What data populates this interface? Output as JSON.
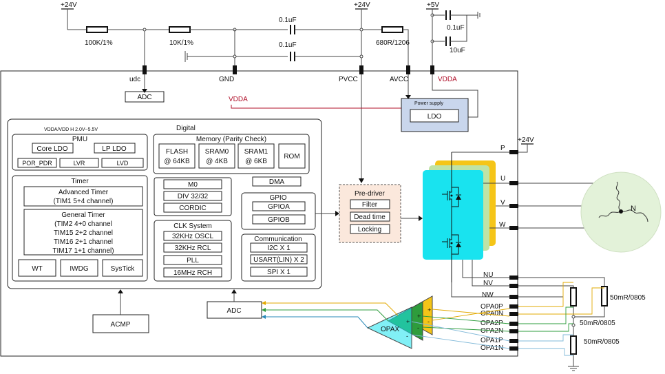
{
  "top": {
    "v24_left": "+24V",
    "v24_mid": "+24V",
    "v5": "+5V",
    "r1": "100K/1%",
    "r2": "10K/1%",
    "c1": "0.1uF",
    "c2": "0.1uF",
    "r3": "680R/1206",
    "c3": "0.1uF",
    "c4": "10uF"
  },
  "pins": {
    "udc": "udc",
    "gnd": "GND",
    "pvcc": "PVCC",
    "avcc": "AVCC",
    "vdda": "VDDA",
    "p": "P",
    "u": "U",
    "v": "V",
    "w": "W",
    "nu": "NU",
    "nv": "NV",
    "nw": "NW",
    "opa0p": "OPA0P",
    "opa0n": "OPA0N",
    "opa2p": "OPA2P",
    "opa2n": "OPA2N",
    "opa1p": "OPA1P",
    "opa1n": "OPA1N",
    "v24_bridge": "+24V"
  },
  "blocks": {
    "adc_top": "ADC",
    "vdda_label": "VDDA",
    "power_supply": "Power supply",
    "ldo": "LDO",
    "digital": "Digital",
    "vdd_range": "VDDA/VDD H 2.0V~5.5V",
    "pmu": "PMU",
    "core_ldo": "Core LDO",
    "lp_ldo": "LP LDO",
    "por_pdr": "POR_PDR",
    "lvr": "LVR",
    "lvd": "LVD",
    "memory": "Memory (Parity Check)",
    "flash_1": "FLASH",
    "flash_2": "@ 64KB",
    "sram0_1": "SRAM0",
    "sram0_2": "@ 4KB",
    "sram1_1": "SRAM1",
    "sram1_2": "@ 6KB",
    "rom": "ROM",
    "timer": "Timer",
    "adv_timer_1": "Advanced Timer",
    "adv_timer_2": "(TIM1 5+4 channel)",
    "gen_timer_1": "General Timer",
    "gen_timer_2": "(TIM2 4+0 channel",
    "gen_timer_3": "TIM15 2+2 channel",
    "gen_timer_4": "TIM16 2+1 channel",
    "gen_timer_5": "TIM17 1+1 channel)",
    "wt": "WT",
    "iwdg": "IWDG",
    "systick": "SysTick",
    "m0": "M0",
    "div": "DIV 32/32",
    "cordic": "CORDIC",
    "dma": "DMA",
    "gpio": "GPIO",
    "gpioa": "GPIOA",
    "gpiob": "GPIOB",
    "clk": "CLK System",
    "osc32": "32KHz OSCL",
    "rcl32": "32KHz RCL",
    "pll": "PLL",
    "rch16": "16MHz RCH",
    "comm": "Communication",
    "i2c": "I2C X 1",
    "usart": "USART(LIN) X 2",
    "spi": "SPI X 1",
    "predriver": "Pre-driver",
    "filter": "Filter",
    "deadtime": "Dead time",
    "locking": "Locking",
    "acmp": "ACMP",
    "adc_bottom": "ADC",
    "opax": "OPAX",
    "motor_n": "N",
    "shunt1": "50mR/0805",
    "shunt2": "50mR/0805",
    "shunt3": "50mR/0805"
  },
  "colors": {
    "vdda_red": "#b0102a",
    "power_fill": "#c9d6ec",
    "predriver_fill": "#fbe8dc",
    "bridge_cyan": "#19e3ef",
    "bridge_yellow": "#f5c518",
    "bridge_green": "#bfe3a6",
    "motor_fill": "#e3f2d9"
  }
}
